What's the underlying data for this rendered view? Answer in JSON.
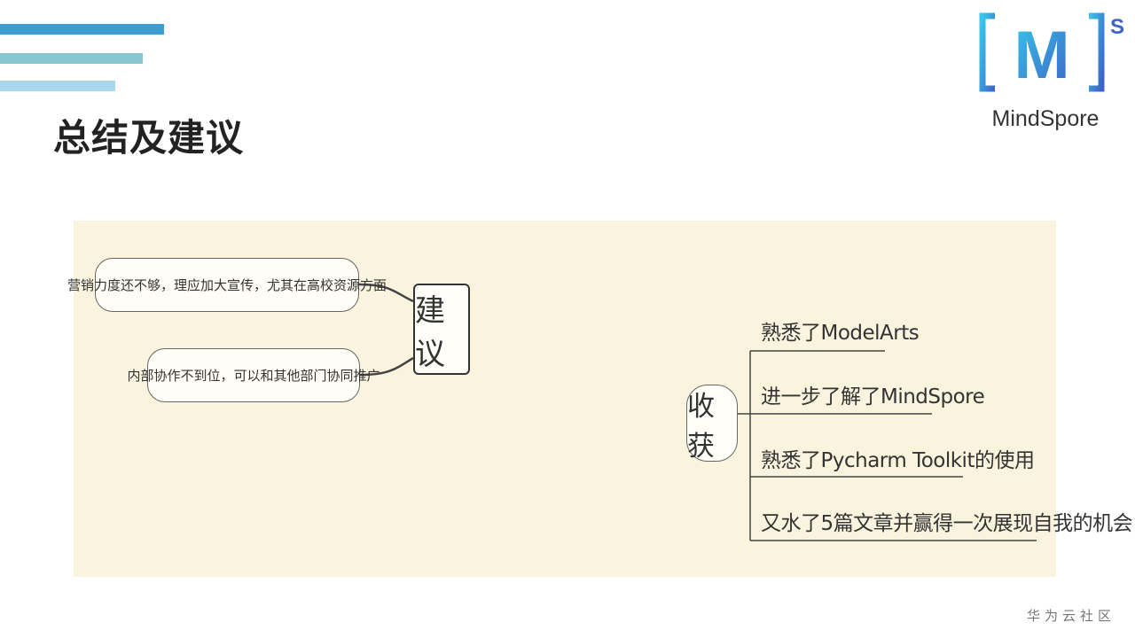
{
  "slide": {
    "title": "总结及建议"
  },
  "logo": {
    "mark_letter": "M",
    "superscript": "S",
    "text": "MindSpore"
  },
  "mindmap": {
    "suggestion": {
      "label": "建议",
      "items": [
        "营销力度还不够，理应加大宣传，尤其在高校资源方面",
        "内部协作不到位，可以和其他部门协同推广"
      ]
    },
    "gains": {
      "label": "收获",
      "items": [
        "熟悉了ModelArts",
        "进一步了解了MindSpore",
        "熟悉了Pycharm Toolkit的使用",
        "又水了5篇文章并赢得一次展现自我的机会"
      ]
    }
  },
  "footer": {
    "text": "华为云社区"
  },
  "colors": {
    "accent_bar_1": "#3f9cd0",
    "accent_bar_2": "#86c6cf",
    "accent_bar_3": "#a9d8ee",
    "panel_bg": "#faf3dd",
    "logo_blue": "#3a8fd8"
  }
}
